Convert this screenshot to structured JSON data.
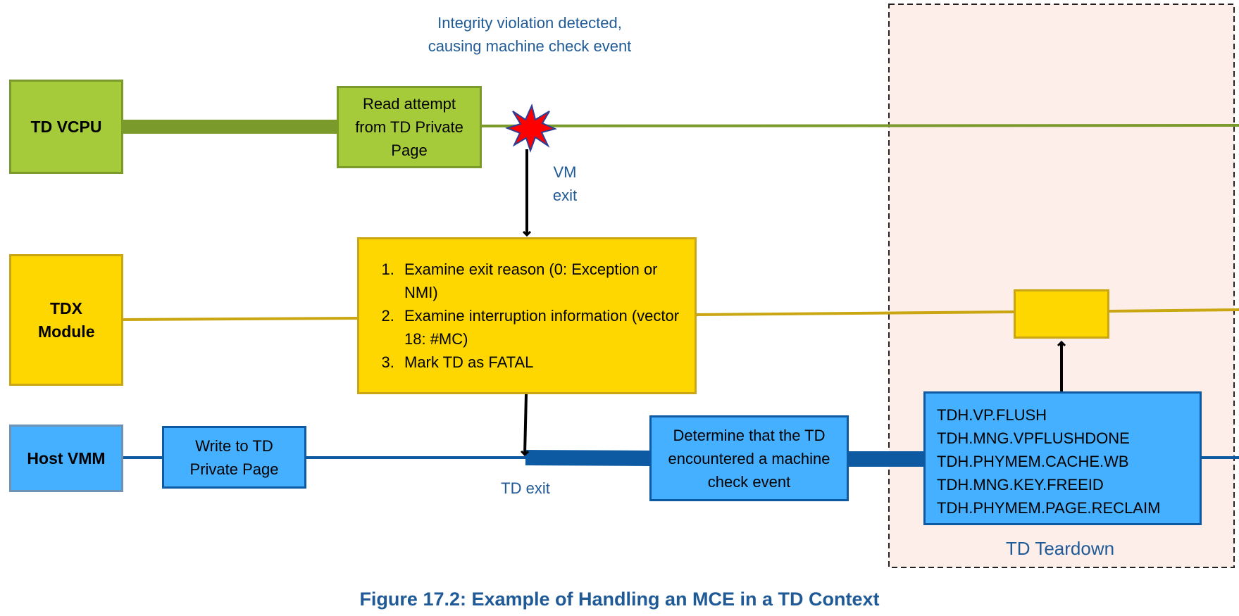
{
  "lanes": {
    "td_vcpu": "TD VCPU",
    "tdx_module": "TDX Module",
    "host_vmm": "Host VMM"
  },
  "boxes": {
    "read_attempt": "Read attempt from TD Private Page",
    "write_private": "Write to TD Private Page",
    "determine_mce": "Determine that the TD encountered a machine check event",
    "tdx_steps": [
      "Examine exit reason (0:  Exception or NMI)",
      "Examine interruption information (vector 18:  #MC)",
      "Mark TD as FATAL"
    ],
    "teardown_commands": [
      "TDH.VP.FLUSH",
      "TDH.MNG.VPFLUSHDONE",
      "TDH.PHYMEM.CACHE.WB",
      "TDH.MNG.KEY.FREEID",
      "TDH.PHYMEM.PAGE.RECLAIM"
    ]
  },
  "annotations": {
    "integrity": "Integrity violation detected, causing machine check event",
    "vm_exit": "VM exit",
    "td_exit": "TD exit",
    "td_teardown": "TD Teardown"
  },
  "caption": "Figure 17.2:  Example of Handling an MCE in a TD Context",
  "colors": {
    "vcpu_fill": "#a6cb3a",
    "vcpu_line": "#7b9a2c",
    "tdx_fill": "#ffd700",
    "tdx_line": "#c9a612",
    "vmm_fill": "#45b0ff",
    "vmm_line": "#0d5aa3",
    "annotation_text": "#1f5a96",
    "teardown_fill": "#fdeeea",
    "mce_burst": "#ff0000"
  }
}
